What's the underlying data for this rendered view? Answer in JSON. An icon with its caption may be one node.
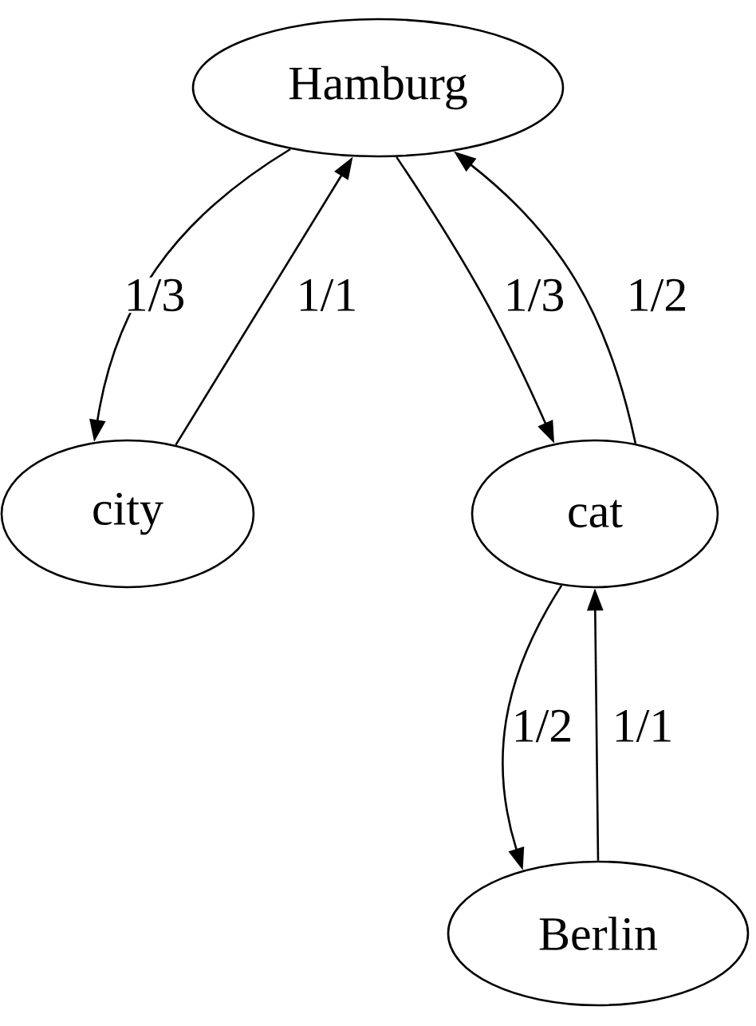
{
  "diagram": {
    "nodes": [
      {
        "text": [
          "Hamburg"
        ]
      },
      {
        "text": [
          "city"
        ]
      },
      {
        "text": [
          "cat"
        ]
      },
      {
        "text": [
          "Berlin"
        ]
      }
    ],
    "edges": [
      {
        "from": 0,
        "to": 1,
        "arrow": "to",
        "label": "1/3"
      },
      {
        "from": 1,
        "to": 0,
        "arrow": "to",
        "label": "1/1"
      },
      {
        "from": 0,
        "to": 2,
        "arrow": "to",
        "label": "1/3"
      },
      {
        "from": 2,
        "to": 0,
        "arrow": "to",
        "label": "1/2"
      },
      {
        "from": 2,
        "to": 3,
        "arrow": "to",
        "label": "1/2"
      },
      {
        "from": 3,
        "to": 2,
        "arrow": "to",
        "label": "1/1"
      }
    ]
  }
}
